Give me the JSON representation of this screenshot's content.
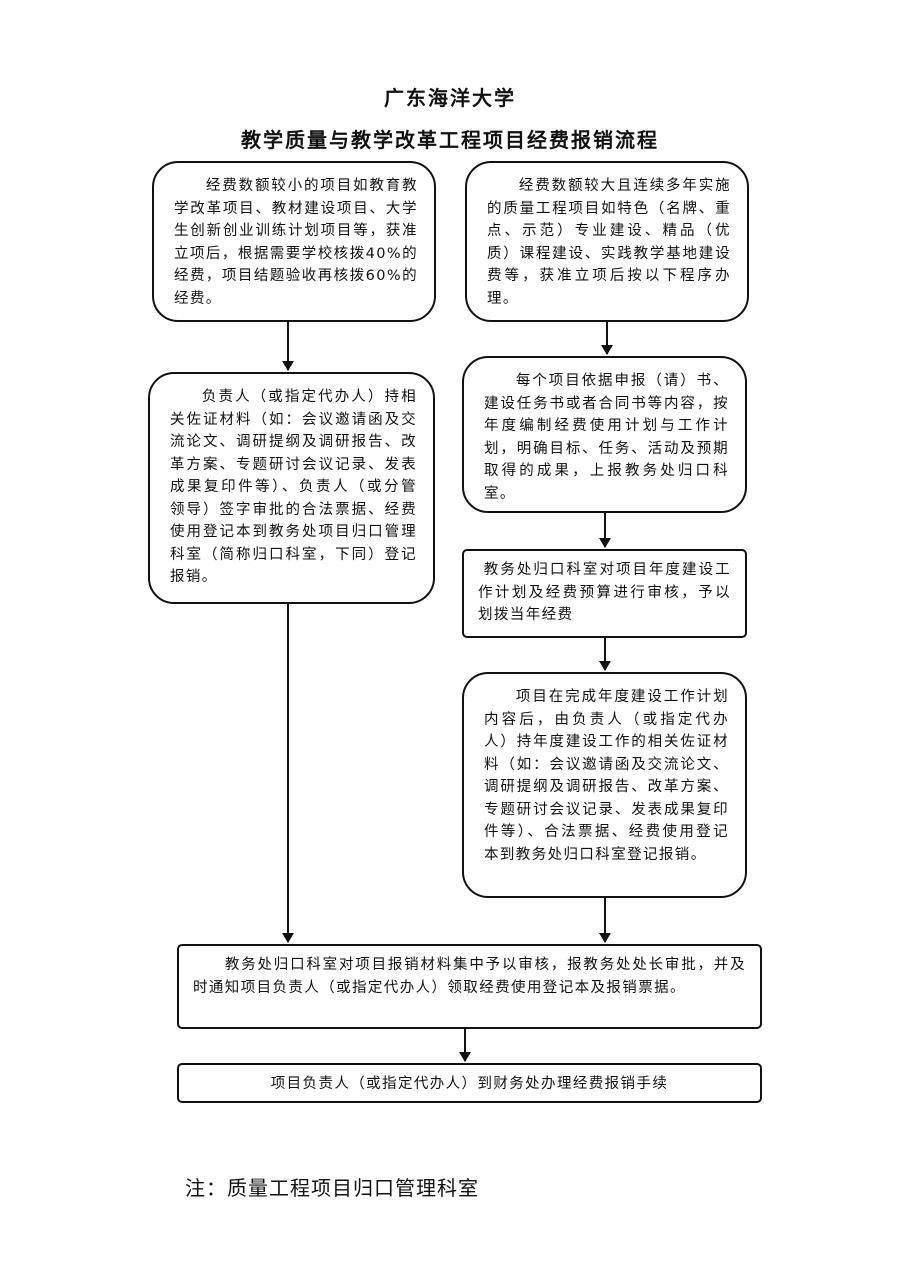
{
  "header": {
    "university": "广东海洋大学",
    "title": "教学质量与教学改革工程项目经费报销流程"
  },
  "boxes": {
    "small_fund": "经费数额较小的项目如教育教学改革项目、教材建设项目、大学生创新创业训练计划项目等，获准立项后，根据需要学校核拨40%的经费，项目结题验收再核拨60%的经费。",
    "large_fund": "经费数额较大且连续多年实施的质量工程项目如特色（名牌、重点、示范）专业建设、精品（优质）课程建设、实践教学基地建设费等，获准立项后按以下程序办理。",
    "left_submit": "负责人（或指定代办人）持相关佐证材料（如：会议邀请函及交流论文、调研提纲及调研报告、改革方案、专题研讨会议记录、发表成果复印件等）、负责人（或分管领导）签字审批的合法票据、经费使用登记本到教务处项目归口管理科室（简称归口科室，下同）登记报销。",
    "annual_plan": "每个项目依据申报（请）书、建设任务书或者合同书等内容，按年度编制经费使用计划与工作计划，明确目标、任务、活动及预期取得的成果，上报教务处归口科室。",
    "office_review": "教务处归口科室对项目年度建设工作计划及经费预算进行审核，予以划拨当年经费",
    "annual_submit": "项目在完成年度建设工作计划内容后，由负责人（或指定代办人）持年度建设工作的相关佐证材料（如：会议邀请函及交流论文、调研提纲及调研报告、改革方案、专题研讨会议记录、发表成果复印件等）、合法票据、经费使用登记本到教务处归口科室登记报销。",
    "central_review": "教务处归口科室对项目报销材料集中予以审核，报教务处处长审批，并及时通知项目负责人（或指定代办人）领取经费使用登记本及报销票据。",
    "finance": "项目负责人（或指定代办人）到财务处办理经费报销手续"
  },
  "note": "注：质量工程项目归口管理科室"
}
